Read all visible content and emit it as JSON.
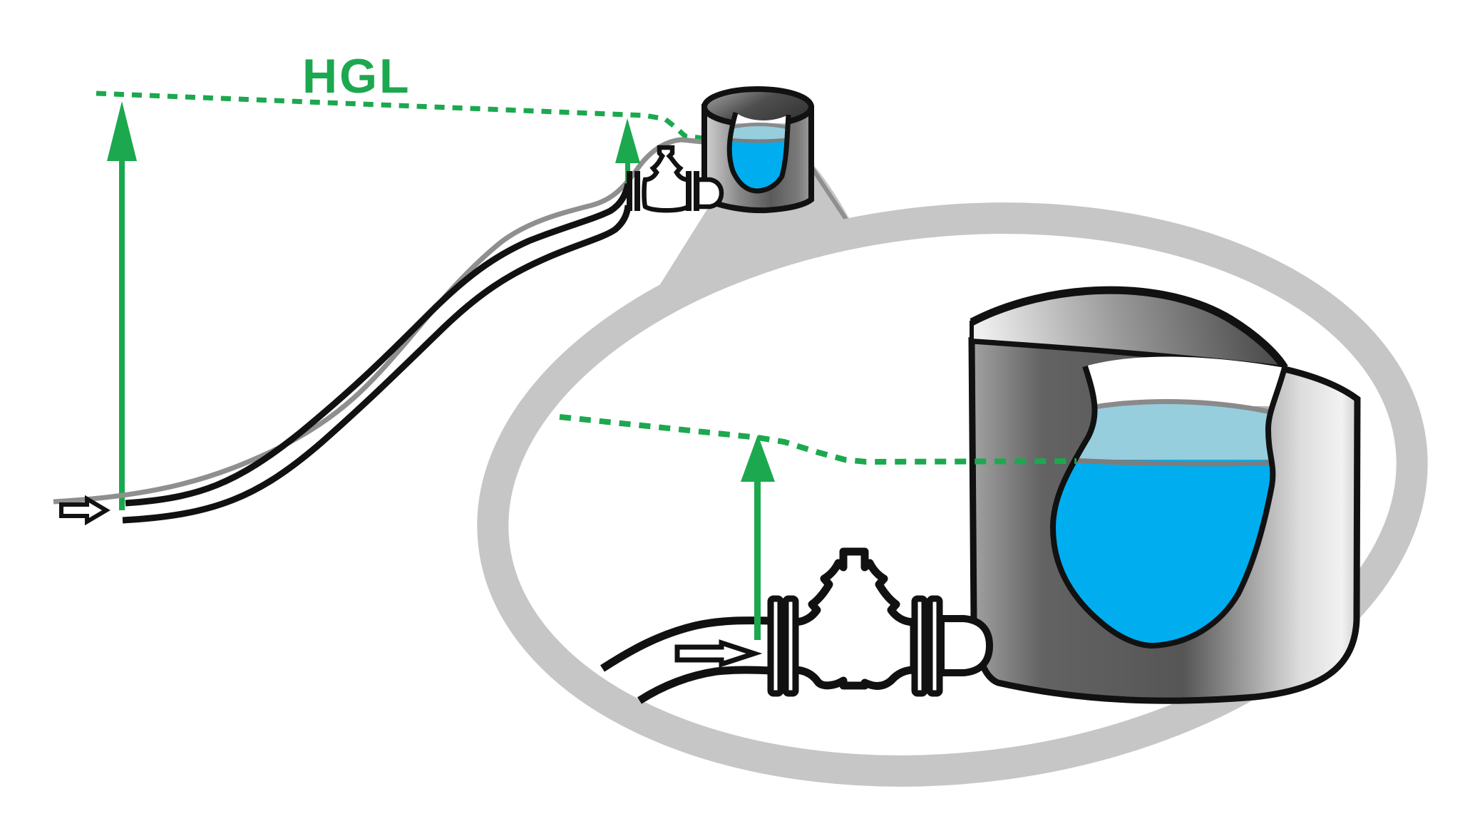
{
  "diagram": {
    "title": "Hydraulic grade line (HGL) schematic: pipeline over a hill feeding an elevated storage tank through a control valve, with magnified detail view",
    "labels": {
      "hgl": "HGL"
    },
    "icons": {
      "flow_arrow_main": "right-arrow-icon",
      "flow_arrow_detail": "right-arrow-icon",
      "pressure_head_arrow_left": "up-arrow-icon",
      "pressure_head_arrow_hilltop": "up-arrow-icon",
      "pressure_head_arrow_detail": "up-arrow-icon",
      "magnifier": "magnifier-ellipse-icon"
    },
    "colors": {
      "green": "#1CA84F",
      "blue_water": "#00AEEF",
      "light_blue_water": "#96CEDE",
      "ring_gray": "#C6C6C6",
      "terrain_gray": "#8F8F8F",
      "waterline_gray": "#7D7D7D",
      "outline_black": "#111111",
      "white": "#FFFFFF"
    },
    "elements": {
      "hgl_line": "green dashed hydraulic grade line sloping gently down toward tank",
      "detail_hgl_line": "green dashed HGL inside magnified view ending at tank water surface",
      "pipeline": "buried pipeline rising over hill",
      "terrain": "gray ground profile line",
      "small_tank": "elevated cylindrical tank with cutaway showing water",
      "large_tank": "magnified cylindrical tank with cutaway showing water",
      "valve": "automatic control valve between pipeline and tank"
    }
  }
}
